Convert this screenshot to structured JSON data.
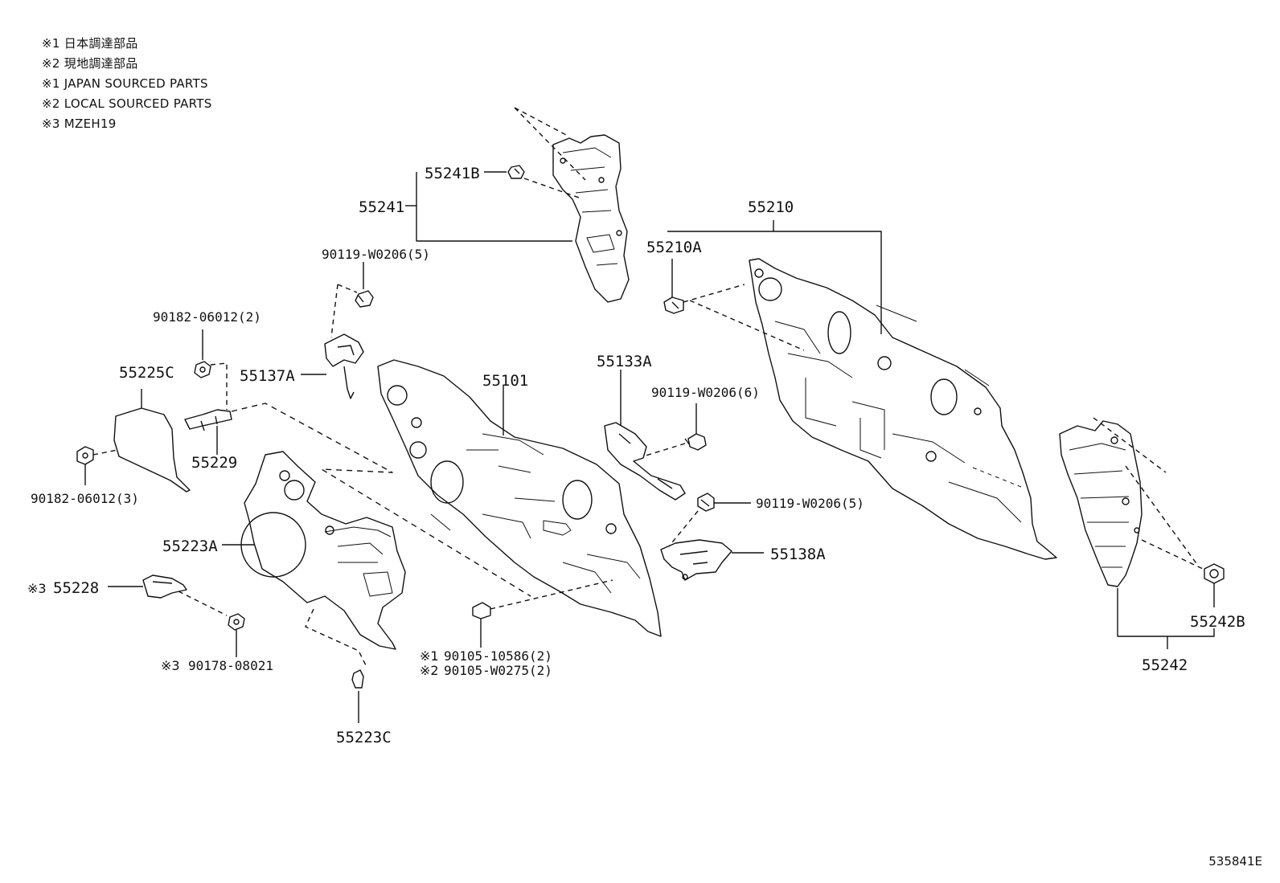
{
  "notes": [
    "※1  日本調達部品",
    "※2  現地調達部品",
    "※1  JAPAN SOURCED PARTS",
    "※2  LOCAL SOURCED PARTS",
    "※3 MZEH19"
  ],
  "labels": {
    "p55241B": "55241B",
    "p55241": "55241",
    "p90119_5a": "90119-W0206(5)",
    "p90182_2": "90182-06012(2)",
    "p55225C": "55225C",
    "p55137A": "55137A",
    "p55101": "55101",
    "p55229": "55229",
    "p90182_3": "90182-06012(3)",
    "p55223A": "55223A",
    "p55228_mark": "※3",
    "p55228": "55228",
    "p90178_mark": "※3",
    "p90178": "90178-08021",
    "p55223C": "55223C",
    "p90105a_mark": "※1",
    "p90105a": "90105-10586(2)",
    "p90105b_mark": "※2",
    "p90105b": "90105-W0275(2)",
    "p55133A": "55133A",
    "p90119_6": "90119-W0206(6)",
    "p90119_5b": "90119-W0206(5)",
    "p55138A": "55138A",
    "p55210": "55210",
    "p55210A": "55210A",
    "p55242B": "55242B",
    "p55242": "55242"
  },
  "drawing_number": "535841E"
}
